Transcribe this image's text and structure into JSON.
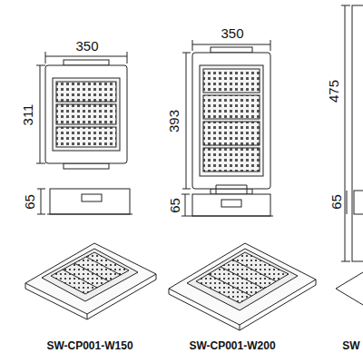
{
  "diagram": {
    "labels": [
      "350",
      "311",
      "350",
      "393",
      "475",
      "65",
      "65",
      "65",
      "SW-CP001-W150",
      "SW-CP001-W200",
      "SW"
    ]
  }
}
